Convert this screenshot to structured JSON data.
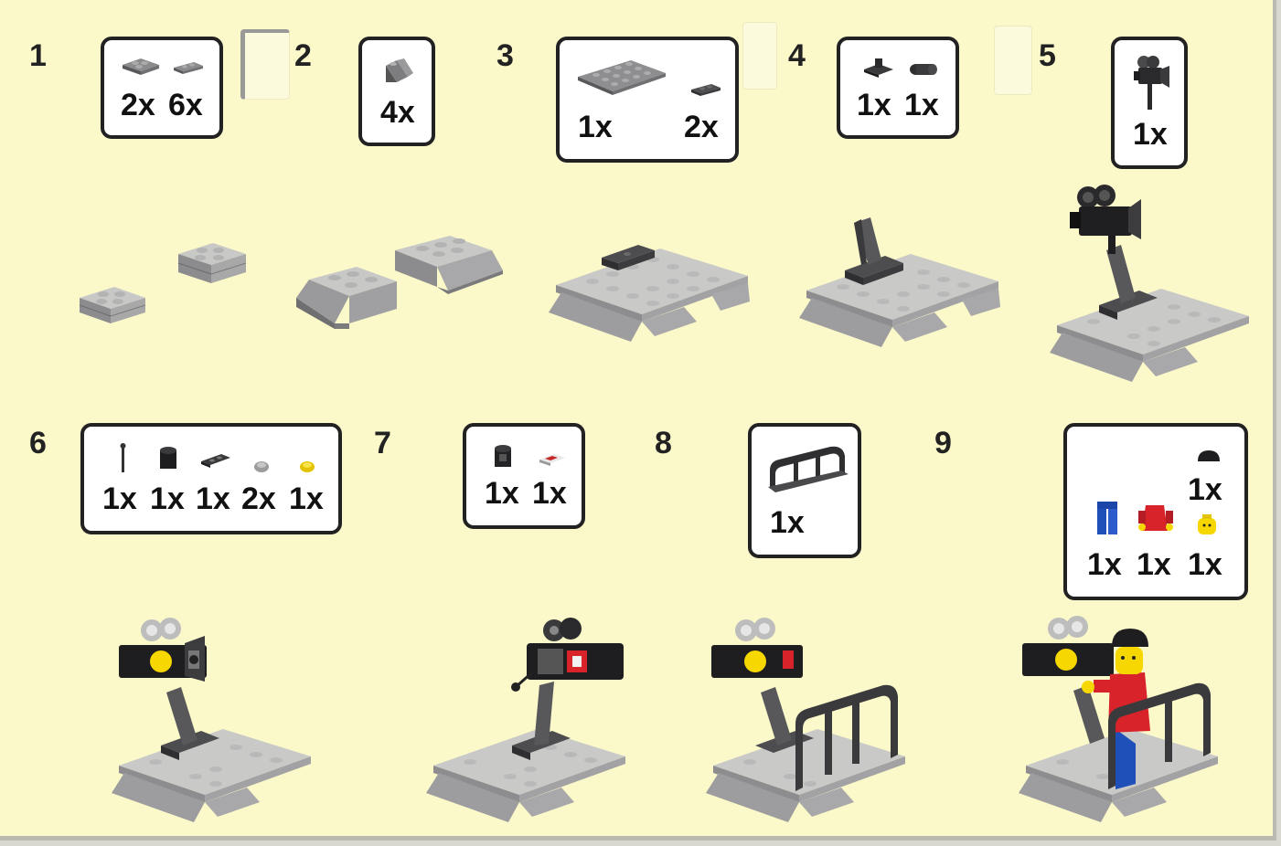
{
  "steps": [
    {
      "number": "1",
      "parts": [
        {
          "icon": "brick-2x2-icon",
          "qty": "2x"
        },
        {
          "icon": "plate-1x2-icon",
          "qty": "6x"
        }
      ]
    },
    {
      "number": "2",
      "parts": [
        {
          "icon": "slope-brick-icon",
          "qty": "4x"
        }
      ]
    },
    {
      "number": "3",
      "parts": [
        {
          "icon": "plate-6x8-icon",
          "qty": "1x"
        },
        {
          "icon": "plate-1x2-icon",
          "qty": "2x"
        }
      ]
    },
    {
      "number": "4",
      "parts": [
        {
          "icon": "hinge-plate-icon",
          "qty": "1x"
        },
        {
          "icon": "hinge-arm-icon",
          "qty": "1x"
        }
      ]
    },
    {
      "number": "5",
      "parts": [
        {
          "icon": "camera-icon",
          "qty": "1x"
        }
      ]
    },
    {
      "number": "6",
      "parts": [
        {
          "icon": "bar-icon",
          "qty": "1x"
        },
        {
          "icon": "brick-1x1-icon",
          "qty": "1x"
        },
        {
          "icon": "tile-1x2-icon",
          "qty": "1x"
        },
        {
          "icon": "round-plate-grey-icon",
          "qty": "2x"
        },
        {
          "icon": "round-plate-yellow-icon",
          "qty": "1x"
        }
      ]
    },
    {
      "number": "7",
      "parts": [
        {
          "icon": "brick-with-clip-icon",
          "qty": "1x"
        },
        {
          "icon": "printed-tile-icon",
          "qty": "1x"
        }
      ]
    },
    {
      "number": "8",
      "parts": [
        {
          "icon": "fence-railing-icon",
          "qty": "1x"
        }
      ]
    },
    {
      "number": "9",
      "parts": [
        {
          "icon": "cap-icon",
          "qty": "1x"
        },
        {
          "icon": "legs-blue-icon",
          "qty": "1x"
        },
        {
          "icon": "torso-red-icon",
          "qty": "1x"
        },
        {
          "icon": "head-yellow-icon",
          "qty": "1x"
        }
      ]
    }
  ],
  "colors": {
    "background": "#fbf8c9",
    "light_grey": "#c4c4c2",
    "dark_grey": "#616164",
    "black": "#1b1b1b",
    "yellow": "#f6d800",
    "red": "#d8232b",
    "blue": "#1f4fb8"
  }
}
